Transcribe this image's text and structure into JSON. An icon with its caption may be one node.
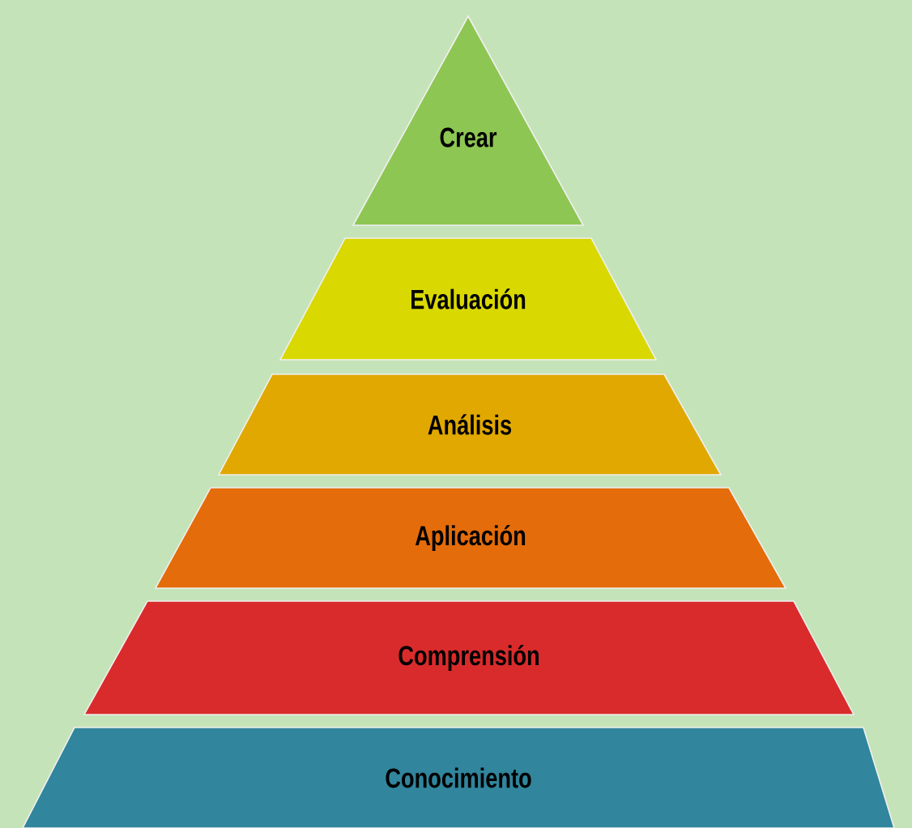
{
  "diagram": {
    "nodes": [
      {
        "text": [
          "Crear"
        ]
      },
      {
        "text": [
          "Evaluación"
        ]
      },
      {
        "text": [
          "Análisis"
        ]
      },
      {
        "text": [
          "Aplicación"
        ]
      },
      {
        "text": [
          "Comprensión"
        ]
      },
      {
        "text": [
          "Conocimiento"
        ]
      }
    ]
  }
}
